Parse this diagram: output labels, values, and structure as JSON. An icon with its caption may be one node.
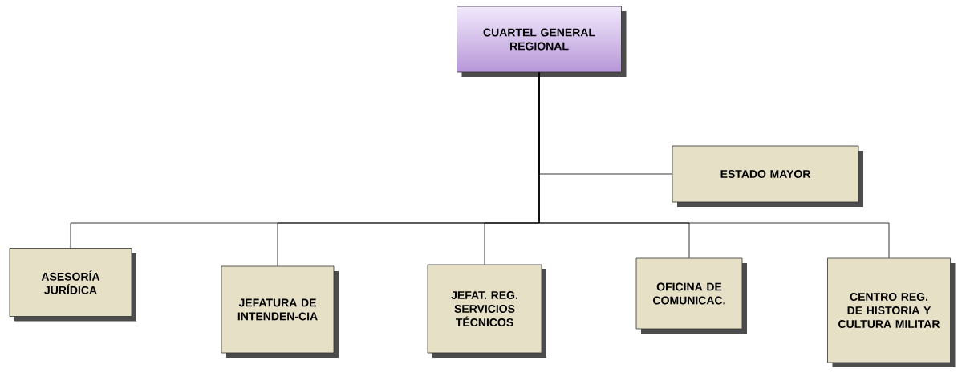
{
  "diagram": {
    "nodes": [
      {
        "text": [
          "CUARTEL GENERAL REGIONAL"
        ]
      },
      {
        "text": [
          "ESTADO MAYOR"
        ]
      },
      {
        "text": [
          "ASESORÍA JURÍDICA"
        ]
      },
      {
        "text": [
          "JEFATURA DE INTENDEN-CIA"
        ]
      },
      {
        "text": [
          "JEFAT. REG. SERVICIOS TÉCNICOS"
        ]
      },
      {
        "text": [
          "OFICINA DE COMUNICAC."
        ]
      },
      {
        "text": [
          "CENTRO REG. DE HISTORIA Y CULTURA MILITAR"
        ]
      }
    ],
    "edges": [
      {
        "from": 0,
        "to": 1,
        "arrow": "none"
      },
      {
        "from": 0,
        "to": 2,
        "arrow": "none"
      },
      {
        "from": 0,
        "to": 3,
        "arrow": "none"
      },
      {
        "from": 0,
        "to": 4,
        "arrow": "none"
      },
      {
        "from": 0,
        "to": 5,
        "arrow": "none"
      },
      {
        "from": 0,
        "to": 6,
        "arrow": "none"
      }
    ]
  }
}
